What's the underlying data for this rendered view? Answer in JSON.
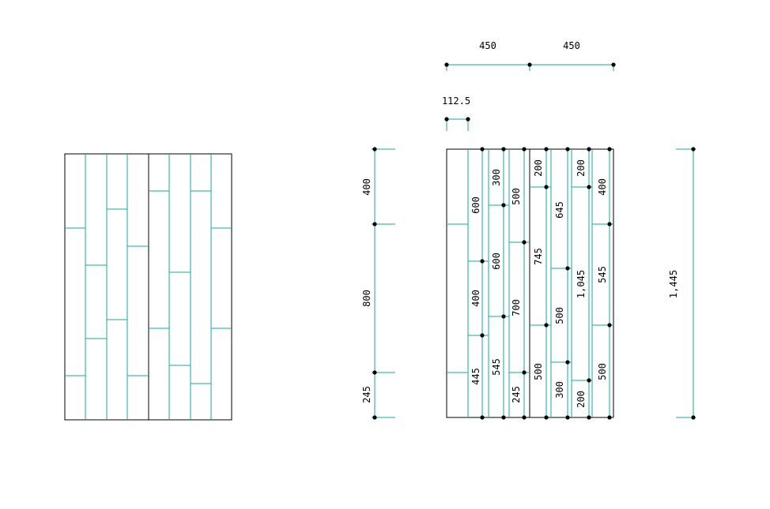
{
  "colors": {
    "outline": "#000000",
    "teal": "#17a5a0",
    "dot": "#000000",
    "background": "#ffffff"
  },
  "top_dims": [
    "450",
    "450"
  ],
  "small_dim": "112.5",
  "left_dims": [
    "400",
    "800",
    "245"
  ],
  "total_dim": "1,445",
  "column_labels": [
    [
      "600",
      "400",
      "445"
    ],
    [
      "300",
      "600",
      "545"
    ],
    [
      "500",
      "700",
      "245"
    ],
    [
      "200",
      "745",
      "500"
    ],
    [
      "645",
      "500",
      "300"
    ],
    [
      "200",
      "1,045",
      "200"
    ],
    [
      "400",
      "545",
      "500"
    ]
  ]
}
